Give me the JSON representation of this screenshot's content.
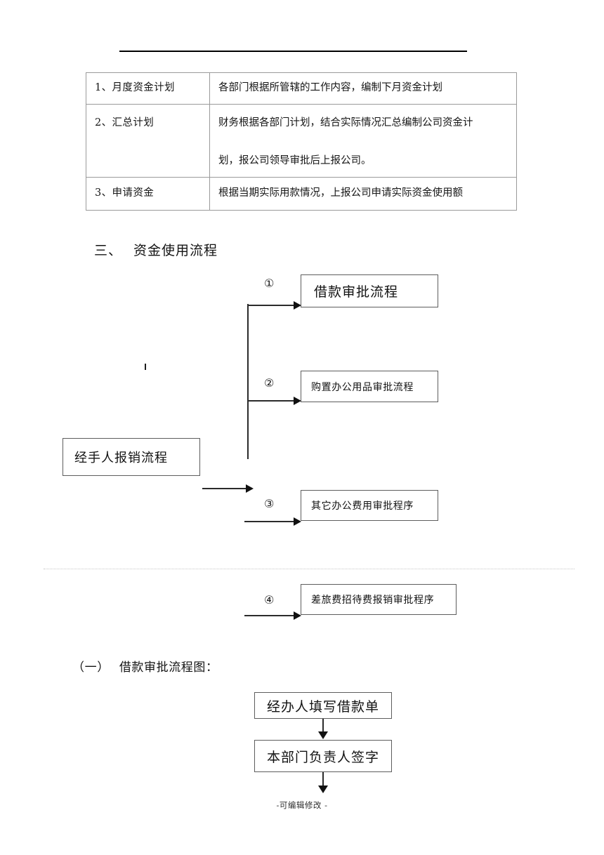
{
  "document": {
    "footer_note": "-可编辑修改 -"
  },
  "plan_table": {
    "rows": [
      {
        "label": "1、月度资金计划",
        "lines": [
          "各部门根据所管辖的工作内容，编制下月资金计划"
        ]
      },
      {
        "label": "2、汇总计划",
        "lines": [
          "财务根据各部门计划，结合实际情况汇总编制公司资金计",
          "划，报公司领导审批后上报公司。"
        ]
      },
      {
        "label": "3、申请资金",
        "lines": [
          "根据当期实际用款情况，上报公司申请实际资金使用额"
        ]
      }
    ]
  },
  "section": {
    "number": "三、",
    "title": "资金使用流程"
  },
  "flow_usage": {
    "source_box": "经手人报销流程",
    "branches": [
      {
        "marker": "①",
        "label": "借款审批流程"
      },
      {
        "marker": "②",
        "label": "购置办公用品审批流程"
      },
      {
        "marker": "③",
        "label": "其它办公费用审批程序"
      },
      {
        "marker": "④",
        "label": "差旅费招待费报销审批程序"
      }
    ]
  },
  "subsection": {
    "number": "（一）",
    "title": "借款审批流程图："
  },
  "flow_loan": {
    "steps": [
      "经办人填写借款单",
      "本部门负责人签字"
    ]
  }
}
